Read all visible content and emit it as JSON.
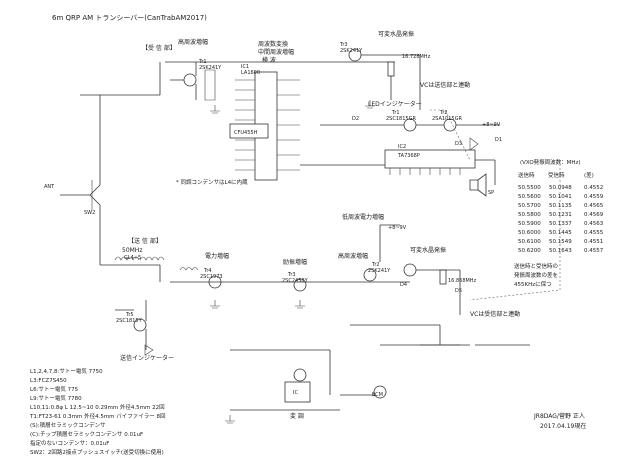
{
  "title": "6m QRP AM トランシーバー(CanTrabAM2017)",
  "sections": {
    "rx": "【受 信 部】",
    "tx": "【送 信 部】"
  },
  "rx_blocks": {
    "rf_amp": "高周波増幅",
    "mixer": [
      "周波数変換",
      "中間周波増幅",
      "検 波"
    ],
    "vxo": "可変水晶発振",
    "led": "LEDインジケーター",
    "af_amp": "低周波電力増幅",
    "vc_link": "VCは送信部と連動",
    "sync_note": "* 同調コンデンサはL4に内蔵"
  },
  "tx_blocks": {
    "freq": [
      "50MHz",
      "GL4+5"
    ],
    "power_amp": "電力増幅",
    "excite_amp": "励振増幅",
    "rf_amp": "高周波増幅",
    "vxo": "可変水晶発振",
    "vc_link": "VCは受信部と連動",
    "ind": "送信インジケーター",
    "mod": "変 調"
  },
  "parts": {
    "q1": [
      "Tr1",
      "2SK241Y"
    ],
    "ic1": [
      "IC1",
      "LA1600"
    ],
    "q_vxo_rx": [
      "Tr3",
      "2SK241Y"
    ],
    "xtal_rx": "16.728MHz",
    "ic2": [
      "IC2",
      "TA7368P"
    ],
    "q_led": [
      "Tr1",
      "2SC1815GR"
    ],
    "q_led2": [
      "Tr2",
      "2SA1015GR"
    ],
    "filt": "CFU455H",
    "tr4": [
      "Tr4",
      "2SC1973"
    ],
    "tr5": [
      "Tr5",
      "2SC1815Y"
    ],
    "tr3tx": [
      "Tr3",
      "2SC2458Y"
    ],
    "tr2tx": [
      "Tr2",
      "2SK241Y"
    ],
    "xtal_tx": "16.868MHz",
    "ant": "ANT",
    "sw2": "SW2",
    "sp": "SP",
    "mic": "ECM",
    "pwr": [
      "+8~9V",
      "+8~9V"
    ],
    "ic": "IC",
    "d1": "D1",
    "d2": "D2",
    "d3": "D3",
    "d4": "D4",
    "d5": "D5"
  },
  "table": {
    "header": "(VXO発振周波数：MHz)",
    "columns": [
      "送信時",
      "受信時",
      "(差)"
    ],
    "rows": [
      [
        "50.5500",
        "50.0948",
        "0.4552"
      ],
      [
        "50.5600",
        "50.1041",
        "0.4559"
      ],
      [
        "50.5700",
        "50.1135",
        "0.4565"
      ],
      [
        "50.5800",
        "50.1231",
        "0.4569"
      ],
      [
        "50.5900",
        "50.1337",
        "0.4563"
      ],
      [
        "50.6000",
        "50.1445",
        "0.4555"
      ],
      [
        "50.6100",
        "50.1549",
        "0.4551"
      ],
      [
        "50.6200",
        "50.1643",
        "0.4557"
      ]
    ],
    "note": [
      "送信時と受信時の",
      "発振周波数の差を",
      "455KHzに保つ"
    ]
  },
  "notes": [
    "L1,2,4,7,8:サトー電気 7750",
    "L3:FCZ7S450",
    "L6:サトー電気 775",
    "L9:サトー電気 7780",
    "L10,11:0.8φ L 12.5~10 0.29mm 外径4.5mm 22回",
    "T1:FT23-61 0.3mm 外径4.5mm バイファイラー 8回",
    "(S):積層セラミックコンデンサ",
    "(C):チップ積層セラミックコンデンサ 0.01uF",
    "指定のないコンデンサ：0.01uF",
    "SW2：2回路2接点プッシュスイッチ(送受切換に使用)"
  ],
  "signature": [
    "JR8DAG/菅野 正人",
    "2017.04.19現在"
  ]
}
